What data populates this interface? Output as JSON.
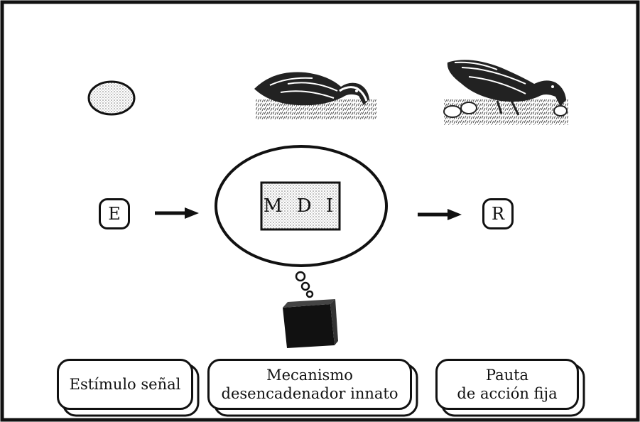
{
  "diagram": {
    "stimulus_node": "E",
    "response_node": "R",
    "mechanism_node": "M D I"
  },
  "cards": {
    "stimulus": {
      "lines": [
        "Estímulo señal"
      ]
    },
    "mechanism": {
      "lines": [
        "Mecanismo",
        "desencadenador innato"
      ]
    },
    "response": {
      "lines": [
        "Pauta",
        "de acción fija"
      ]
    }
  },
  "illustrations": {
    "egg": "speckled-egg",
    "bird_1": "goose-reaching-for-egg",
    "bird_2": "goose-rolling-egg-to-nest",
    "black_box": "black-box"
  },
  "colors": {
    "ink": "#111111",
    "stipple": "#d8d8d8",
    "paper": "#ffffff"
  }
}
